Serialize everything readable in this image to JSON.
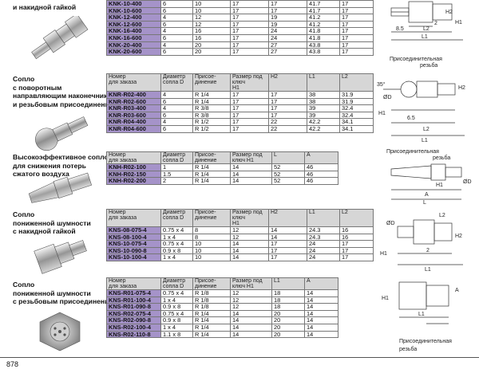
{
  "page_number": "878",
  "sections": [
    {
      "id": "knk",
      "title": [
        "и накидной гайкой"
      ],
      "columns": [],
      "rows": [
        [
          "KNK-10-400",
          "6",
          "10",
          "17",
          "17",
          "41.7",
          "17"
        ],
        [
          "KNK-10-600",
          "6",
          "10",
          "17",
          "17",
          "41.7",
          "17"
        ],
        [
          "KNK-12-400",
          "4",
          "12",
          "17",
          "19",
          "41.2",
          "17"
        ],
        [
          "KNK-12-600",
          "6",
          "12",
          "17",
          "19",
          "41.2",
          "17"
        ],
        [
          "KNK-16-400",
          "4",
          "16",
          "17",
          "24",
          "41.8",
          "17"
        ],
        [
          "KNK-16-600",
          "6",
          "16",
          "17",
          "24",
          "41.8",
          "17"
        ],
        [
          "KNK-20-400",
          "4",
          "20",
          "17",
          "27",
          "43.8",
          "17"
        ],
        [
          "KNK-20-600",
          "6",
          "20",
          "17",
          "27",
          "43.8",
          "17"
        ]
      ]
    },
    {
      "id": "knr",
      "title": [
        "Сопло",
        "с поворотным",
        "направляющим наконечником",
        "и резьбовым присоединением"
      ],
      "columns": [
        "Номер\nдля заказа",
        "Диаметр\nсопла D",
        "Присое-\nдинение",
        "Размер под ключ\nH1",
        "H2",
        "L1",
        "L2"
      ],
      "rows": [
        [
          "KNR-R02-400",
          "4",
          "R 1/4",
          "17",
          "17",
          "38",
          "31.9"
        ],
        [
          "KNR-R02-600",
          "6",
          "R 1/4",
          "17",
          "17",
          "38",
          "31.9"
        ],
        [
          "KNR-R03-400",
          "4",
          "R 3/8",
          "17",
          "17",
          "39",
          "32.4"
        ],
        [
          "KNR-R03-600",
          "6",
          "R 3/8",
          "17",
          "17",
          "39",
          "32.4"
        ],
        [
          "KNR-R04-400",
          "4",
          "R 1/2",
          "17",
          "22",
          "42.2",
          "34.1"
        ],
        [
          "KNR-R04-600",
          "6",
          "R 1/2",
          "17",
          "22",
          "42.2",
          "34.1"
        ]
      ]
    },
    {
      "id": "knh",
      "title": [
        "Высокоэффективное сопло",
        "для снижения потерь",
        "сжатого воздуха"
      ],
      "columns": [
        "Номер\nдля заказа",
        "Диаметр\nсопла D",
        "Присое-\nдинение",
        "Размер под ключ H1",
        "L",
        "A"
      ],
      "rows": [
        [
          "KNH-R02-100",
          "1",
          "R 1/4",
          "14",
          "52",
          "46"
        ],
        [
          "KNH-R02-150",
          "1.5",
          "R 1/4",
          "14",
          "52",
          "46"
        ],
        [
          "KNH-R02-200",
          "2",
          "R 1/4",
          "14",
          "52",
          "46"
        ]
      ]
    },
    {
      "id": "kns1",
      "title": [
        "Сопло",
        "пониженной шумности",
        "с накидной гайкой"
      ],
      "columns": [
        "Номер\nдля заказа",
        "Диаметр\nсопла D",
        "Присое-\nдинение",
        "Размер под ключ\nH1",
        "H2",
        "L1",
        "L2"
      ],
      "rows": [
        [
          "KNS-08-075-4",
          "0.75 x 4",
          "8",
          "12",
          "14",
          "24.3",
          "16"
        ],
        [
          "KNS-08-100-4",
          "1 x 4",
          "8",
          "12",
          "14",
          "24.3",
          "16"
        ],
        [
          "KNS-10-075-4",
          "0.75 x 4",
          "10",
          "14",
          "17",
          "24",
          "17"
        ],
        [
          "KNS-10-090-8",
          "0.9 x 8",
          "10",
          "14",
          "17",
          "24",
          "17"
        ],
        [
          "KNS-10-100-4",
          "1 x 4",
          "10",
          "14",
          "17",
          "24",
          "17"
        ]
      ]
    },
    {
      "id": "kns2",
      "title": [
        "Сопло",
        "пониженной шумности",
        "с резьбовым присоединением"
      ],
      "columns": [
        "Номер\nдля заказа",
        "Диаметр\nсопла D",
        "Присое-\nдинение",
        "Размер под ключ H1",
        "L1",
        "A"
      ],
      "rows": [
        [
          "KNS-R01-075-4",
          "0.75 x 4",
          "R 1/8",
          "12",
          "18",
          "14"
        ],
        [
          "KNS-R01-100-4",
          "1 x 4",
          "R 1/8",
          "12",
          "18",
          "14"
        ],
        [
          "KNS-R01-090-8",
          "0.9 x 8",
          "R 1/8",
          "12",
          "18",
          "14"
        ],
        [
          "KNS-R02-075-4",
          "0.75 x 4",
          "R 1/4",
          "14",
          "20",
          "14"
        ],
        [
          "KNS-R02-090-8",
          "0.9 x 8",
          "R 1/4",
          "14",
          "20",
          "14"
        ],
        [
          "KNS-R02-100-4",
          "1 x 4",
          "R 1/4",
          "14",
          "20",
          "14"
        ],
        [
          "KNS-R02-110-8",
          "1.1 x 8",
          "R 1/4",
          "14",
          "20",
          "14"
        ]
      ]
    }
  ],
  "drawings": {
    "d1_labels": [
      "H2",
      "2",
      "H1",
      "8.5",
      "L2",
      "L1"
    ],
    "d2_labels": [
      "Присоединительная",
      "резьба",
      "35°",
      "ØD",
      "H2",
      "H1",
      "6.5",
      "L2",
      "L1"
    ],
    "d3_labels": [
      "Присоединительная",
      "резьба",
      "ØD",
      "H1",
      "A",
      "L"
    ],
    "d4_labels": [
      "ØD",
      "L2",
      "2",
      "H1",
      "L1",
      "H2"
    ],
    "d5_labels": [
      "A",
      "H1",
      "L1",
      "Присоединительная",
      "резьба"
    ]
  },
  "colors": {
    "code_cell": "#a593c9",
    "header_cell": "#d6d6d6"
  }
}
